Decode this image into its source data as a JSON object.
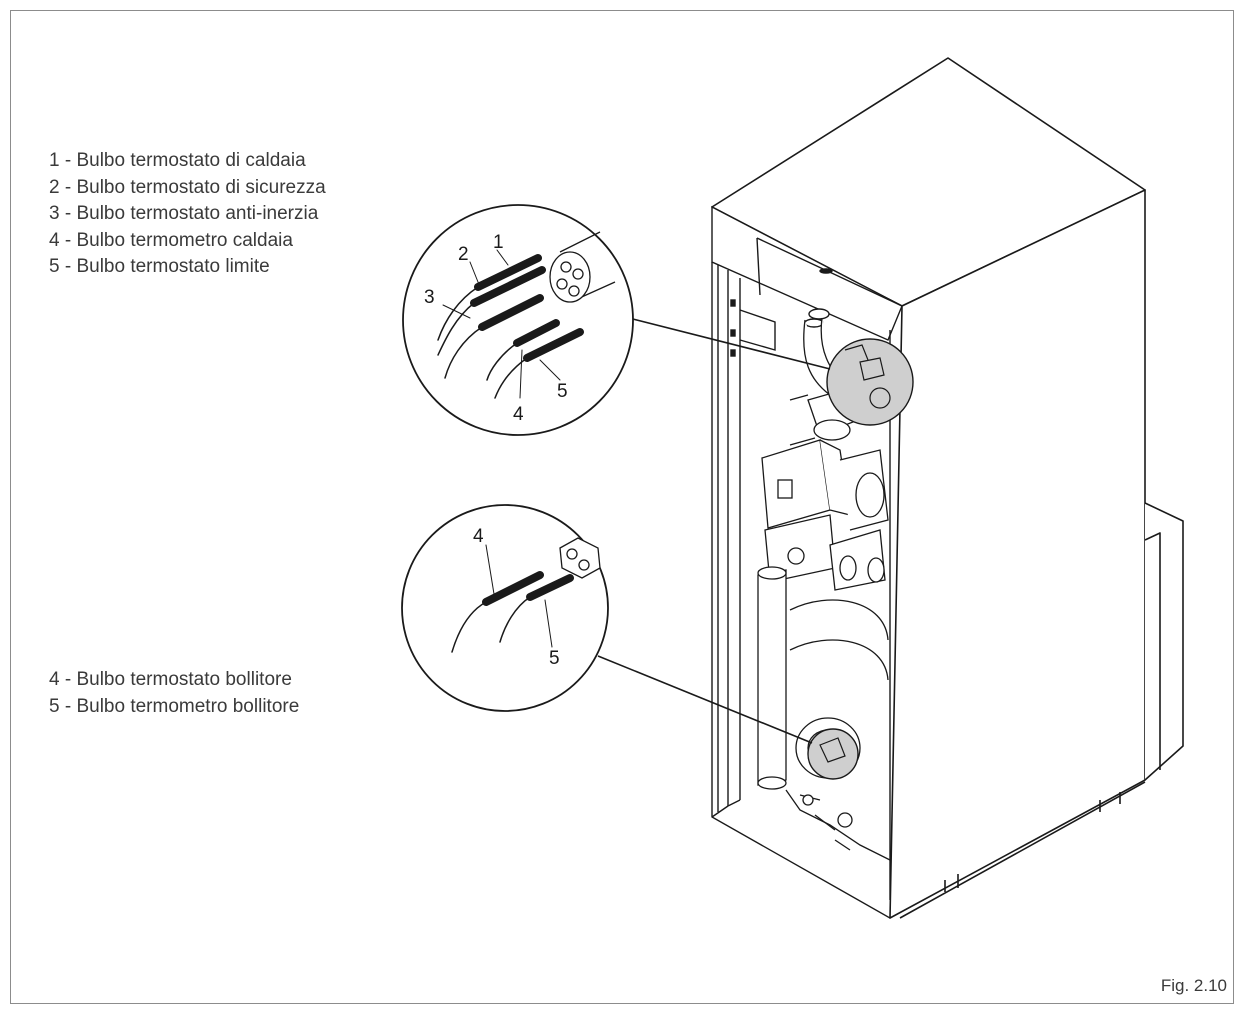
{
  "legend_top": [
    {
      "text": "1 - Bulbo termostato di caldaia"
    },
    {
      "text": "2 - Bulbo termostato di sicurezza"
    },
    {
      "text": "3 - Bulbo termostato anti-inerzia"
    },
    {
      "text": "4 - Bulbo termometro caldaia"
    },
    {
      "text": "5 - Bulbo termostato limite"
    }
  ],
  "legend_bottom": [
    {
      "text": "4 - Bulbo termostato bollitore"
    },
    {
      "text": "5 - Bulbo termometro bollitore"
    }
  ],
  "callout_top_numbers": {
    "n1": "1",
    "n2": "2",
    "n3": "3",
    "n4": "4",
    "n5": "5"
  },
  "callout_bottom_numbers": {
    "n4": "4",
    "n5": "5"
  },
  "figure_label": "Fig. 2.10"
}
